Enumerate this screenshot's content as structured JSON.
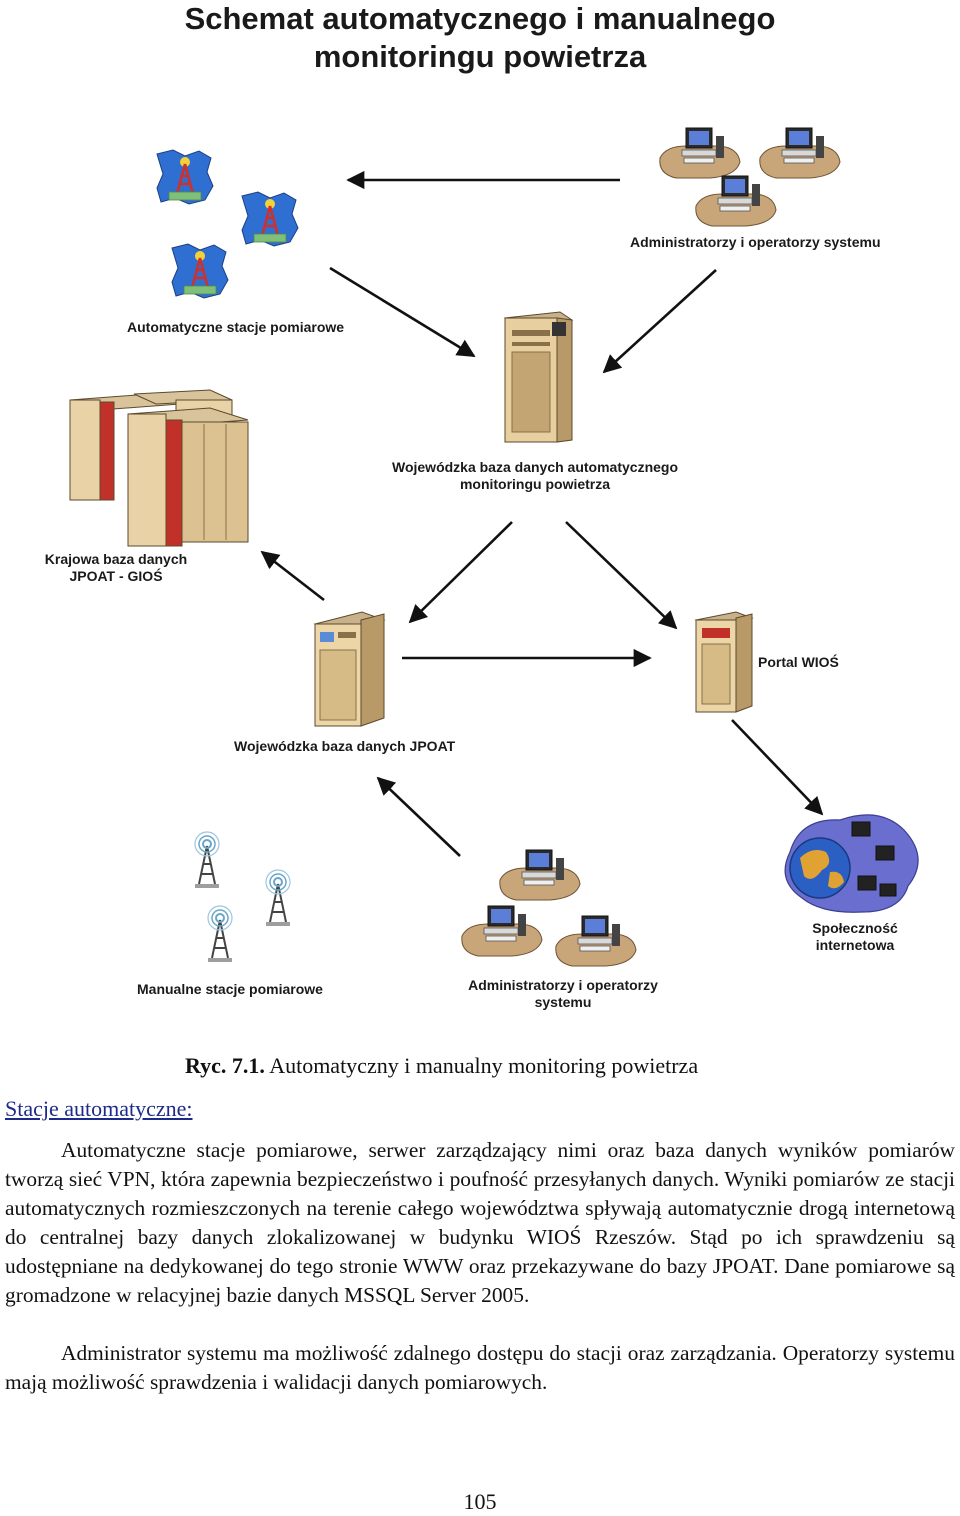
{
  "diagram": {
    "title_line1": "Schemat automatycznego i manualnego",
    "title_line2": "monitoringu powietrza",
    "labels": {
      "auto_stations": "Automatyczne stacje pomiarowe",
      "admins_top": "Administratorzy i operatorzy systemu",
      "regional_auto_db_line1": "Wojewódzka baza danych automatycznego",
      "regional_auto_db_line2": "monitoringu powietrza",
      "national_db_line1": "Krajowa baza danych",
      "national_db_line2": "JPOAT - GIOŚ",
      "regional_jpoat": "Wojewódzka baza danych JPOAT",
      "portal": "Portal WIOŚ",
      "manual_stations": "Manualne stacje pomiarowe",
      "admins_bottom_line1": "Administratorzy i operatorzy",
      "admins_bottom_line2": "systemu",
      "community_line1": "Społeczność",
      "community_line2": "internetowa"
    },
    "icons": {
      "station_map": "map-tower-icon",
      "workstation": "workstation-icon",
      "server": "server-tower-icon",
      "mainframe": "mainframe-cabinet-icon",
      "antenna": "antenna-icon",
      "globe": "globe-network-icon"
    },
    "colors": {
      "map_blue": "#2f6fd1",
      "tower_red": "#d0302a",
      "cabinet_beige": "#e8d2a6",
      "cabinet_red": "#c2302a",
      "desk_tan": "#c9a57a",
      "network_purple": "#6a6fcf",
      "arrow": "#111111"
    }
  },
  "caption": {
    "number": "Ryc. 7.1.",
    "text": "Automatyczny i manualny monitoring powietrza"
  },
  "section_heading": "Stacje automatyczne:",
  "paragraphs": [
    "Automatyczne stacje pomiarowe, serwer zarządzający nimi oraz baza danych wyników pomiarów tworzą sieć VPN, która zapewnia bezpieczeństwo i poufność przesyłanych danych. Wyniki pomiarów ze stacji automatycznych rozmieszczonych na terenie całego województwa spływają automatycznie drogą internetową do centralnej bazy danych zlokalizowanej w budynku WIOŚ Rzeszów. Stąd po ich sprawdzeniu są udostępniane na dedykowanej do tego stronie WWW oraz przekazywane do bazy JPOAT. Dane pomiarowe są gromadzone w relacyjnej bazie danych MSSQL Server 2005.",
    "Administrator systemu ma możliwość zdalnego dostępu do stacji oraz zarządzania. Operatorzy systemu mają możliwość sprawdzenia i walidacji danych pomiarowych."
  ],
  "page_number": "105"
}
